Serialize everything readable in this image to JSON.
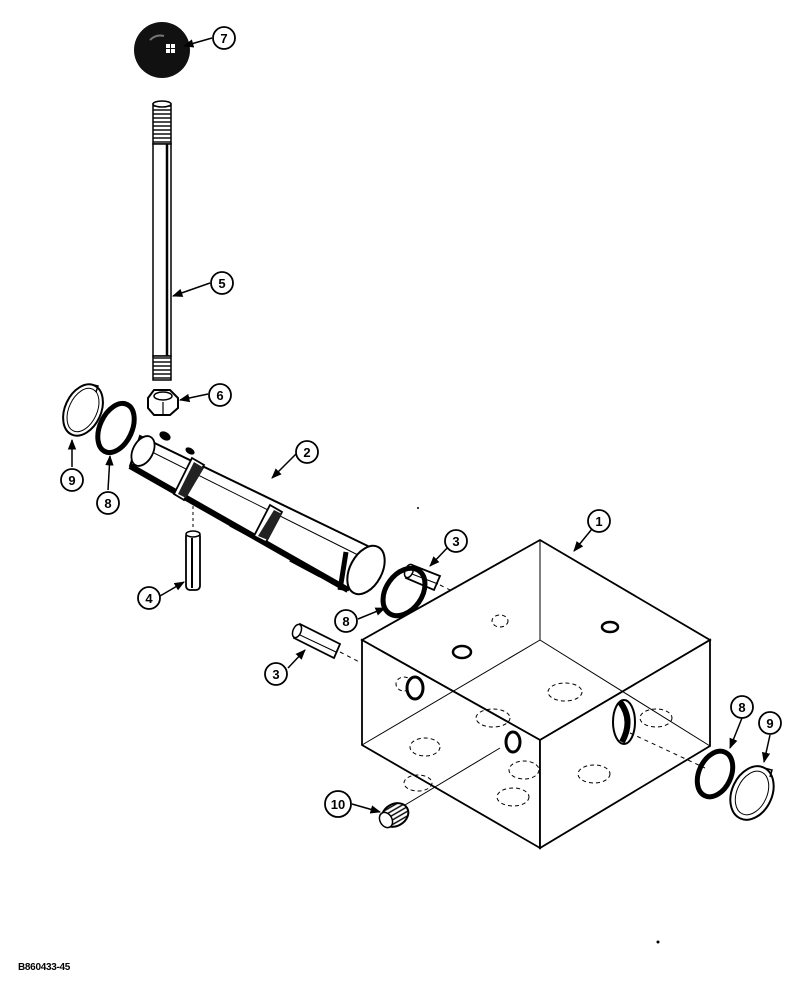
{
  "figure_id": "B860433-45",
  "callouts": {
    "c1": "1",
    "c2": "2",
    "c3a": "3",
    "c3b": "3",
    "c4": "4",
    "c5": "5",
    "c6": "6",
    "c7": "7",
    "c8a": "8",
    "c8b": "8",
    "c8c": "8",
    "c9a": "9",
    "c9b": "9",
    "c10": "10"
  },
  "colors": {
    "ink": "#000000",
    "paper": "#ffffff"
  }
}
